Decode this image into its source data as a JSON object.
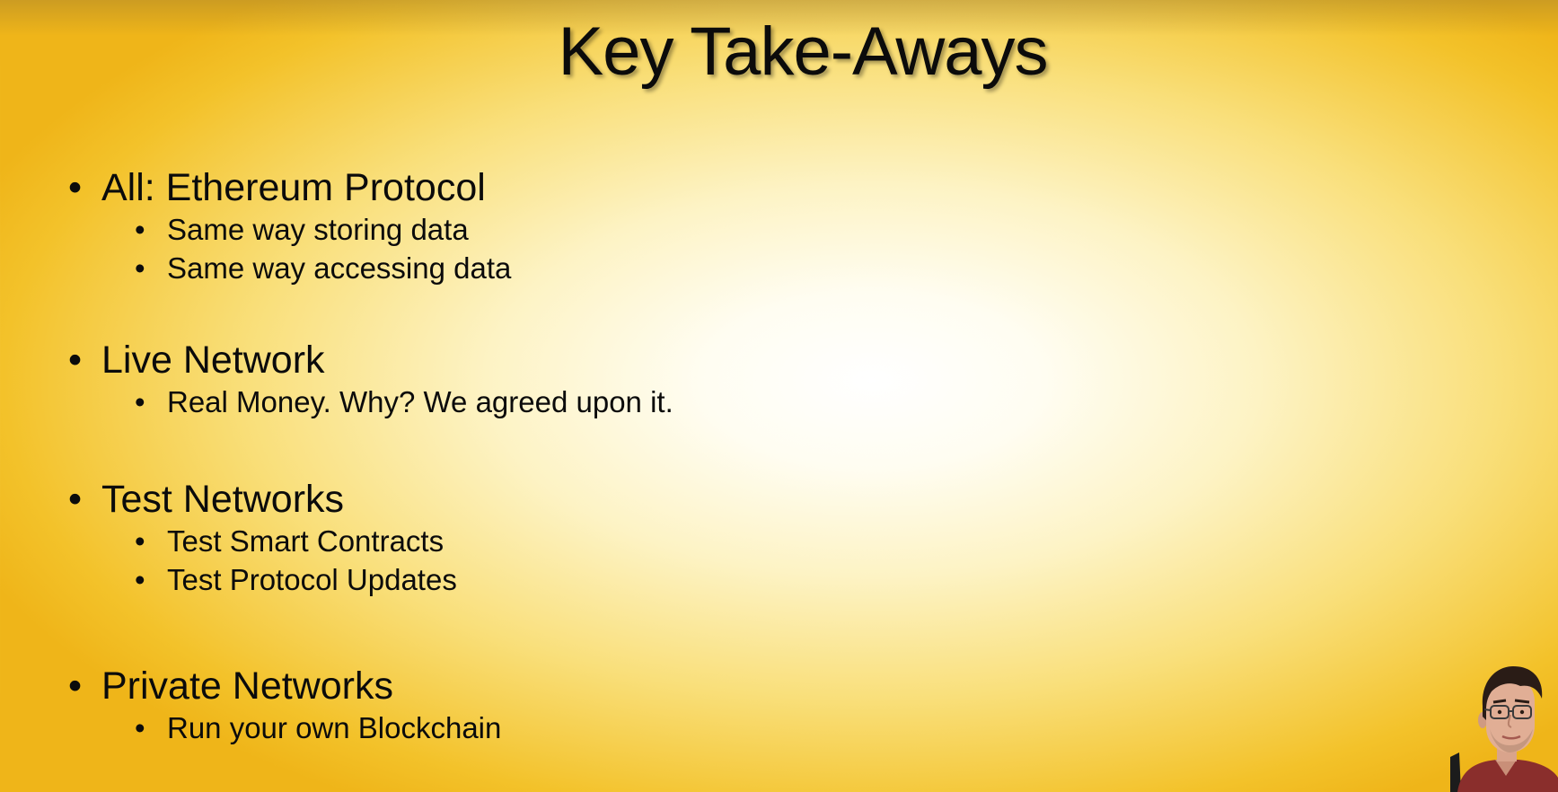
{
  "slide": {
    "title": "Key Take-Aways",
    "bullet_glyph": "•",
    "groups": [
      {
        "heading": "All: Ethereum Protocol",
        "items": [
          "Same way storing data",
          "Same way accessing data"
        ]
      },
      {
        "heading": "Live Network",
        "items": [
          "Real Money. Why? We agreed upon it."
        ]
      },
      {
        "heading": "Test Networks",
        "items": [
          "Test Smart Contracts",
          "Test Protocol Updates"
        ]
      },
      {
        "heading": "Private Networks",
        "items": [
          "Run your own Blockchain"
        ]
      }
    ]
  },
  "colors": {
    "background_center": "#ffffff",
    "background_edge": "#f3c22a",
    "text": "#0b0b0b"
  },
  "presenter_video": {
    "icon": "presenter-webcam-thumbnail"
  }
}
